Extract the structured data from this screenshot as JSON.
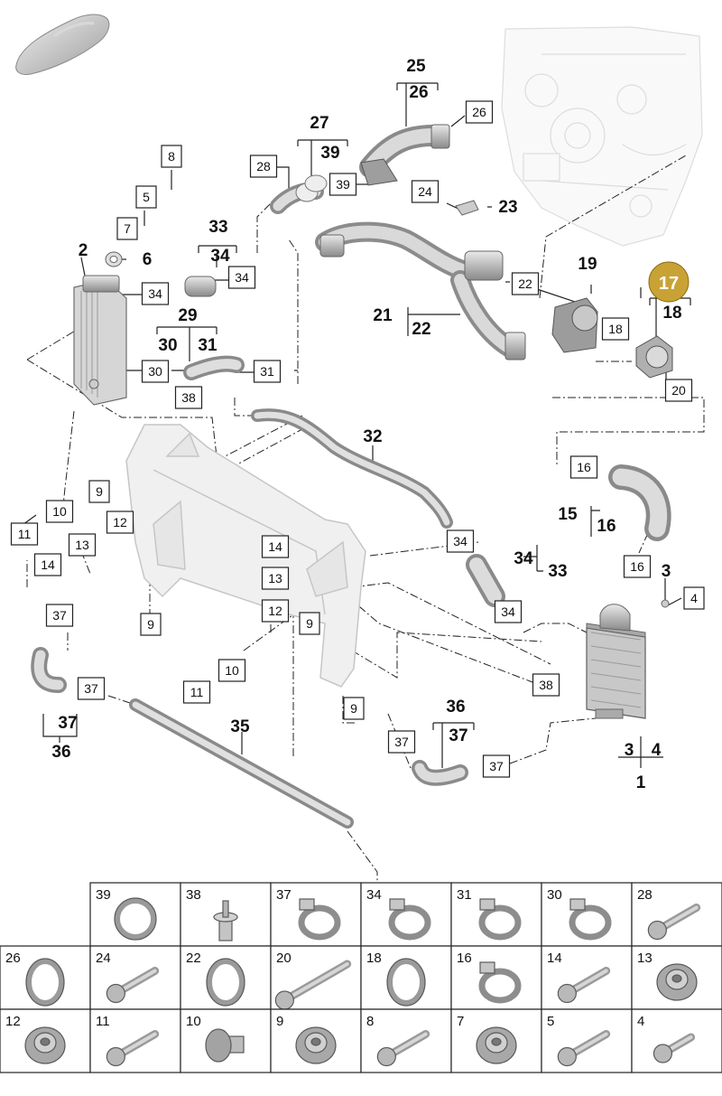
{
  "diagram": {
    "highlighted_callout": "17",
    "highlight_color": "#c9a236",
    "boxed_labels": [
      {
        "id": "8"
      },
      {
        "id": "5"
      },
      {
        "id": "7"
      },
      {
        "id": "28"
      },
      {
        "id": "39"
      },
      {
        "id": "26"
      },
      {
        "id": "24"
      },
      {
        "id": "34"
      },
      {
        "id": "34"
      },
      {
        "id": "22"
      },
      {
        "id": "18"
      },
      {
        "id": "30"
      },
      {
        "id": "31"
      },
      {
        "id": "38"
      },
      {
        "id": "20"
      },
      {
        "id": "16"
      },
      {
        "id": "9"
      },
      {
        "id": "10"
      },
      {
        "id": "11"
      },
      {
        "id": "12"
      },
      {
        "id": "13"
      },
      {
        "id": "14"
      },
      {
        "id": "37"
      },
      {
        "id": "9"
      },
      {
        "id": "14"
      },
      {
        "id": "13"
      },
      {
        "id": "12"
      },
      {
        "id": "9"
      },
      {
        "id": "10"
      },
      {
        "id": "11"
      },
      {
        "id": "37"
      },
      {
        "id": "34"
      },
      {
        "id": "34"
      },
      {
        "id": "16"
      },
      {
        "id": "4"
      },
      {
        "id": "38"
      },
      {
        "id": "9"
      },
      {
        "id": "37"
      },
      {
        "id": "37"
      }
    ],
    "bold_labels": [
      {
        "id": "25"
      },
      {
        "id": "26"
      },
      {
        "id": "27"
      },
      {
        "id": "39"
      },
      {
        "id": "23"
      },
      {
        "id": "33"
      },
      {
        "id": "34"
      },
      {
        "id": "2"
      },
      {
        "id": "6"
      },
      {
        "id": "19"
      },
      {
        "id": "18"
      },
      {
        "id": "21"
      },
      {
        "id": "22"
      },
      {
        "id": "29"
      },
      {
        "id": "30"
      },
      {
        "id": "31"
      },
      {
        "id": "32"
      },
      {
        "id": "15"
      },
      {
        "id": "16"
      },
      {
        "id": "34"
      },
      {
        "id": "33"
      },
      {
        "id": "3"
      },
      {
        "id": "36"
      },
      {
        "id": "37"
      },
      {
        "id": "35"
      },
      {
        "id": "37"
      },
      {
        "id": "36"
      },
      {
        "id": "3"
      },
      {
        "id": "4"
      },
      {
        "id": "1"
      }
    ]
  },
  "parts_table": {
    "rows": [
      [
        "39",
        "38",
        "37",
        "34",
        "31",
        "30",
        "28"
      ],
      [
        "26",
        "24",
        "22",
        "20",
        "18",
        "16",
        "14",
        "13"
      ],
      [
        "12",
        "11",
        "10",
        "9",
        "8",
        "7",
        "5",
        "4"
      ]
    ],
    "icons": [
      [
        "o-ring-icon",
        "stud-icon",
        "hose-clamp-icon",
        "hose-clamp-icon",
        "hose-clamp-icon",
        "hose-clamp-icon",
        "bolt-icon"
      ],
      [
        "seal-ring-icon",
        "bolt-icon",
        "seal-ring-icon",
        "long-bolt-icon",
        "seal-ring-icon",
        "hose-clamp-icon",
        "bolt-icon",
        "grommet-icon"
      ],
      [
        "grommet-icon",
        "bolt-icon",
        "bushing-icon",
        "grommet-icon",
        "bolt-icon",
        "rivet-nut-icon",
        "bolt-icon",
        "screw-icon"
      ]
    ]
  }
}
